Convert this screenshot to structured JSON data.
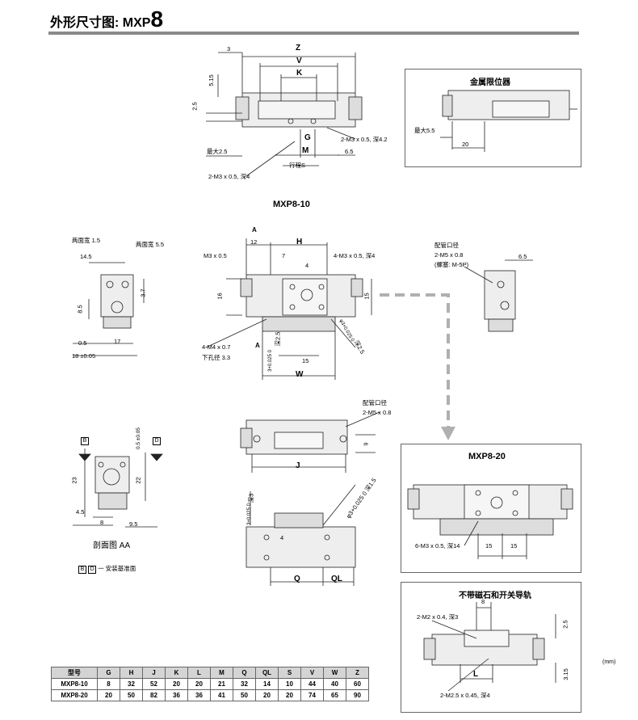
{
  "title": {
    "prefix": "外形尺寸图: MXP",
    "model_num": "8"
  },
  "top_view": {
    "dims": [
      "3",
      "Z",
      "V",
      "K",
      "5.15",
      "2.5",
      "G",
      "2-M3 x 0.5, 深4.2",
      "最大2.5",
      "M",
      "6.5",
      "行程S",
      "2-M3 x 0.5, 深4"
    ]
  },
  "limiter_box": {
    "title": "金属限位器",
    "dims": [
      "最大5.5",
      "20"
    ]
  },
  "model_10": {
    "label": "MXP8-10"
  },
  "main_view": {
    "dims": [
      "A",
      "12",
      "H",
      "M3 x 0.5",
      "7",
      "4-M3 x 0.5, 深4",
      "4",
      "16",
      "15",
      "4-M4 x 0.7",
      "下孔径 3.3",
      "A",
      "深2.5",
      "3+0.025 0",
      "15",
      "W",
      "深2.5",
      "φ3+0.025 0"
    ]
  },
  "left_view": {
    "dims": [
      "两面宽 1.5",
      "两面宽 5.5",
      "14.5",
      "3.7",
      "8.5",
      "0.5",
      "17",
      "18 ±0.05"
    ]
  },
  "port_view": {
    "dims": [
      "配管口径",
      "2-M5 x 0.8",
      "(螺塞: M-5P)",
      "6.5"
    ]
  },
  "side_view": {
    "dims": [
      "配管口径",
      "2-M5 x 0.8",
      "9",
      "J"
    ]
  },
  "bottom_view": {
    "dims": [
      "深3",
      "3+0.025 0",
      "φ3+0.025 0 深1.5",
      "4",
      "Q",
      "QL"
    ]
  },
  "section_view": {
    "datum_b": "B",
    "datum_d": "D",
    "dims": [
      "0.5 ±0.05",
      "23",
      "22",
      "4.5",
      "8",
      "9.5"
    ],
    "caption": "剖面图 AA",
    "legend": "一 安装基准面"
  },
  "model_20": {
    "label": "MXP8-20",
    "dims": [
      "6-M3 x 0.5, 深14",
      "15",
      "15"
    ]
  },
  "no_magnet": {
    "title": "不带磁石和开关导轨",
    "dims": [
      "8",
      "2-M2 x 0.4, 深3",
      "2.5",
      "L",
      "3.15",
      "2-M2.5 x 0.45, 深4"
    ]
  },
  "table": {
    "unit": "(mm)",
    "headers": [
      "型号",
      "G",
      "H",
      "J",
      "K",
      "L",
      "M",
      "Q",
      "QL",
      "S",
      "V",
      "W",
      "Z"
    ],
    "rows": [
      [
        "MXP8-10",
        "8",
        "32",
        "52",
        "20",
        "20",
        "21",
        "32",
        "14",
        "10",
        "44",
        "40",
        "60"
      ],
      [
        "MXP8-20",
        "20",
        "50",
        "82",
        "36",
        "36",
        "41",
        "50",
        "20",
        "20",
        "74",
        "65",
        "90"
      ]
    ]
  },
  "colors": {
    "rule": "#8a8a8a",
    "arrow": "#b0b0b0",
    "part": "#e6e6e6",
    "table_header": "#d4d4d4"
  }
}
